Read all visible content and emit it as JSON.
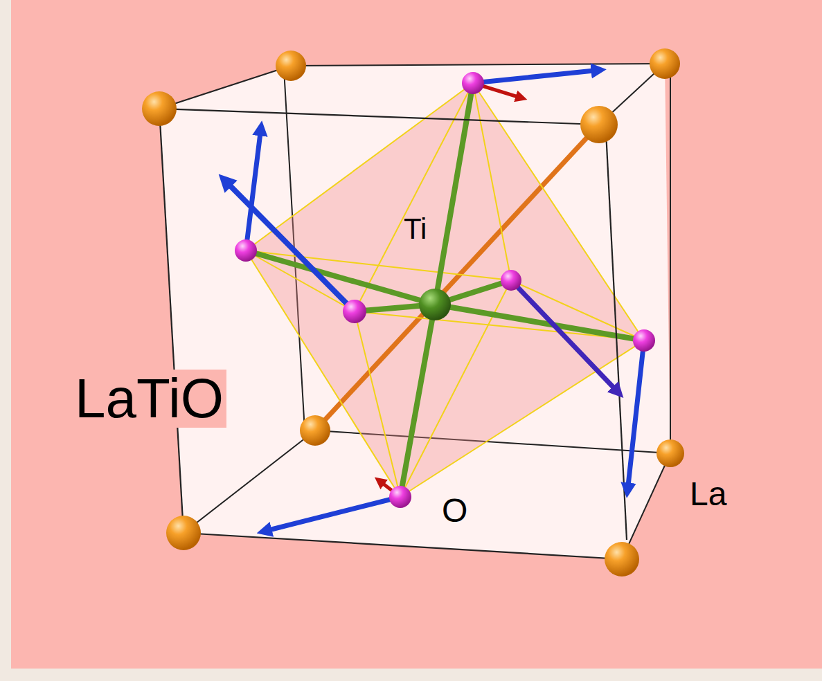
{
  "diagram": {
    "labels": [
      "Ti",
      "LaTiO",
      "O",
      "La"
    ]
  }
}
